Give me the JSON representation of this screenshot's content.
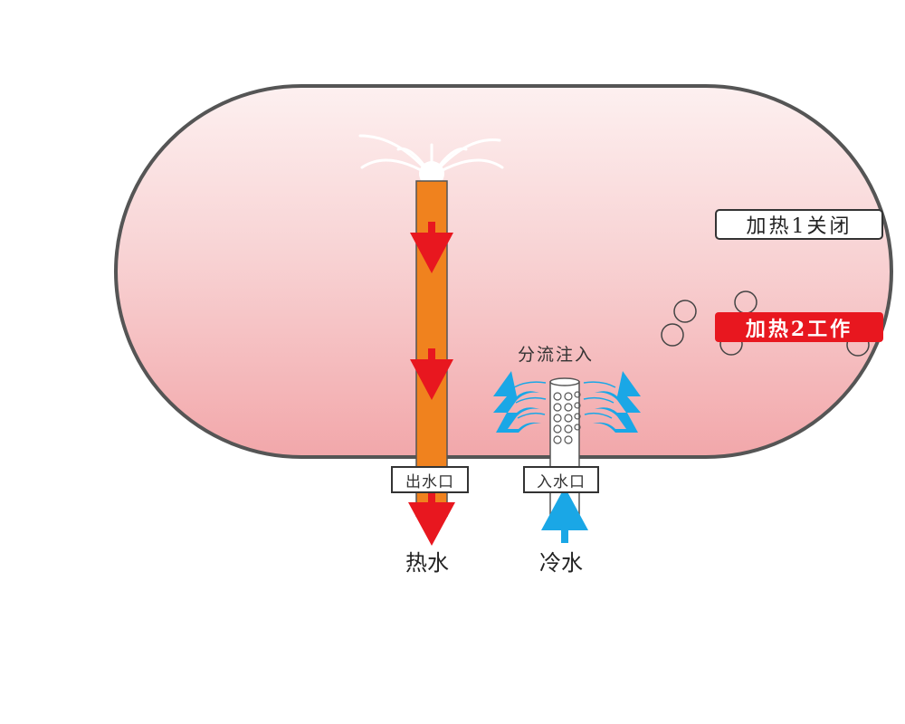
{
  "labels": {
    "outlet": "出水口",
    "inlet": "入水口",
    "hot_water": "热水",
    "cold_water": "冷水",
    "diverted_injection": "分流注入",
    "heater1_status": "加热1关闭",
    "heater2_status": "加热2工作"
  },
  "colors": {
    "tank_top": "#fbe8e8",
    "tank_bottom": "#f2a7aa",
    "hot_pipe": "#f0821e",
    "hot_arrow": "#e8171f",
    "cold_arrow": "#1aa7e6",
    "heater_on": "#e8171f"
  }
}
